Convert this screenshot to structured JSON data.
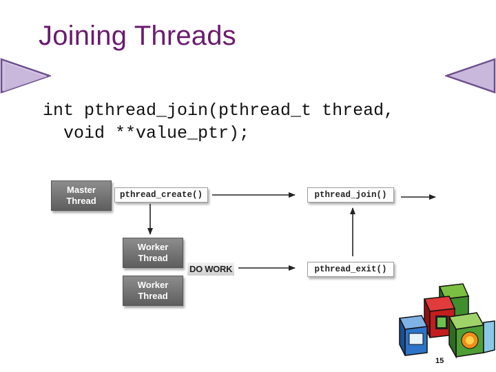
{
  "slide": {
    "title": "Joining Threads",
    "code_lines": [
      "int pthread_join(pthread_t thread,",
      "  void **value_ptr);"
    ],
    "page_number": "15"
  },
  "diagram": {
    "master_thread": [
      "Master",
      "Thread"
    ],
    "worker_thread_1": [
      "Worker",
      "Thread"
    ],
    "worker_thread_2": [
      "Worker",
      "Thread"
    ],
    "call_create": "pthread_create()",
    "call_join": "pthread_join()",
    "call_exit": "pthread_exit()",
    "do_work": "DO WORK"
  },
  "colors": {
    "title": "#6a1b6e",
    "triangle_fill": "#c9b8dc",
    "triangle_stroke": "#6d4f8e"
  },
  "decorations": {
    "left_nav": "right-pointing-triangle-icon",
    "right_nav": "left-pointing-triangle-icon",
    "clipart": "toy-blocks-icon"
  }
}
